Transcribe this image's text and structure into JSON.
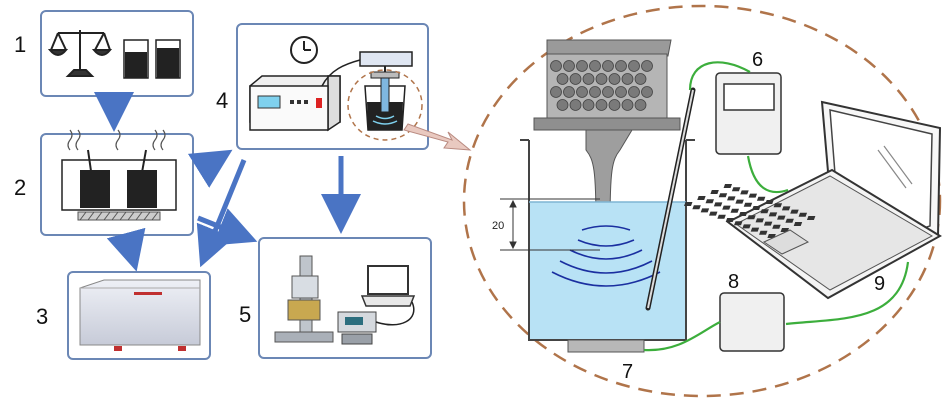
{
  "steps": [
    {
      "number": "1"
    },
    {
      "number": "2"
    },
    {
      "number": "3"
    },
    {
      "number": "4"
    },
    {
      "number": "5"
    }
  ],
  "components": [
    {
      "number": "6"
    },
    {
      "number": "7"
    },
    {
      "number": "8"
    },
    {
      "number": "9"
    }
  ],
  "dimension_label": "20",
  "colors": {
    "panel_border": "#6b87b5",
    "flow_arrow": "#4a74c4",
    "dashed_ellipse": "#b0744a",
    "water": "#b8e2f5",
    "cable": "#3cae3c",
    "waves": "#1a2fa0"
  }
}
